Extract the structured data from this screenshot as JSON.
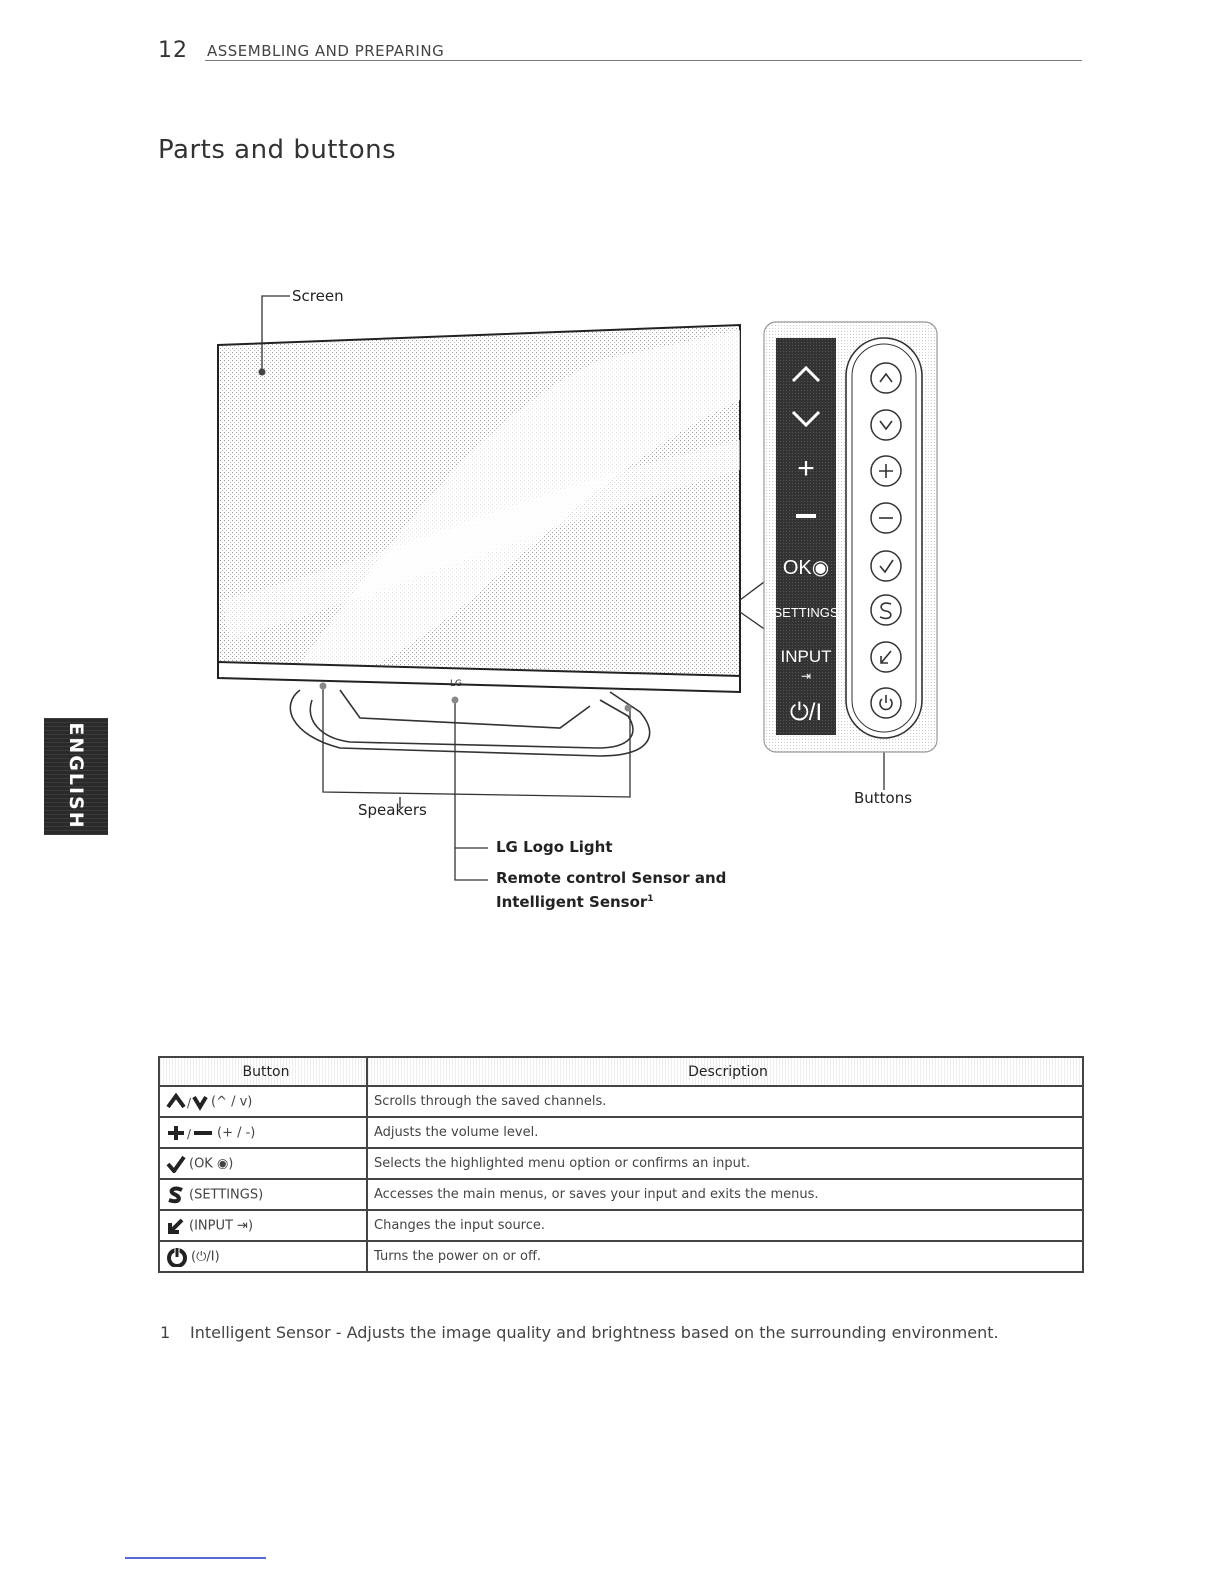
{
  "header": {
    "page_number": "12",
    "section": "ASSEMBLING AND PREPARING"
  },
  "title": "Parts and buttons",
  "side_tab": "ENGLISH",
  "diagram": {
    "screen_label": "Screen",
    "speakers_label": "Speakers",
    "buttons_label": "Buttons",
    "logo_light_label": "LG Logo Light",
    "sensor_label_line1": "Remote control Sensor and",
    "sensor_label_line2": "Intelligent Sensor",
    "sensor_footnote_mark": "1",
    "tv_logo": "LG",
    "panel_keys": [
      "^",
      "v",
      "+",
      "−",
      "OK◉",
      "SETTINGS",
      "INPUT",
      "⏻/I"
    ]
  },
  "table": {
    "headers": [
      "Button",
      "Description"
    ],
    "rows": [
      {
        "icon": "up-down-icon",
        "button": "(^ / v)",
        "description": "Scrolls through the saved channels."
      },
      {
        "icon": "plus-minus-icon",
        "button": "(+ / -)",
        "description": "Adjusts the volume level."
      },
      {
        "icon": "check-icon",
        "button": "(OK ◉)",
        "description": "Selects the highlighted menu option or confirms an input."
      },
      {
        "icon": "settings-s-icon",
        "button": "(SETTINGS)",
        "description": "Accesses the main menus, or saves your input and exits the menus."
      },
      {
        "icon": "input-icon",
        "button": "(INPUT ⇥)",
        "description": "Changes the input source."
      },
      {
        "icon": "power-icon",
        "button": "(⏻/I)",
        "description": "Turns the power on or off."
      }
    ]
  },
  "footnote": {
    "number": "1",
    "text": "Intelligent Sensor - Adjusts the image quality and brightness based on the surrounding environment."
  }
}
